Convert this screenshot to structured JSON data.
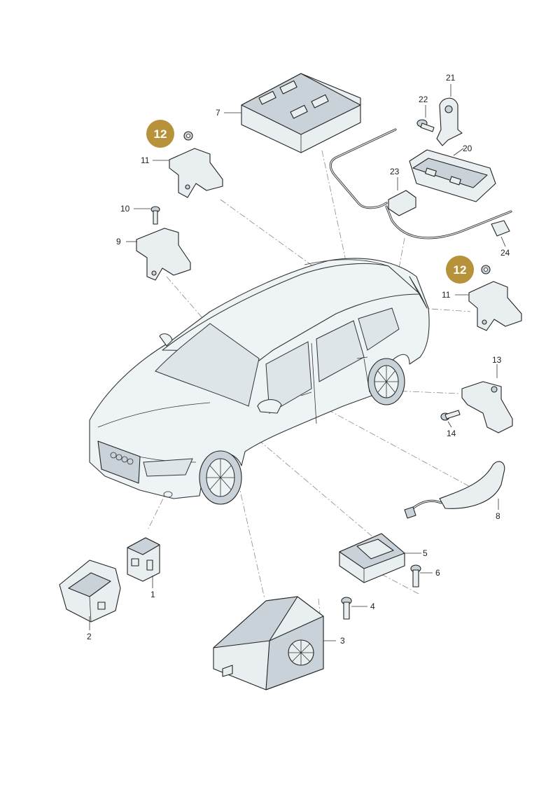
{
  "callouts": [
    {
      "id": "1",
      "text": "1"
    },
    {
      "id": "2",
      "text": "2"
    },
    {
      "id": "3",
      "text": "3"
    },
    {
      "id": "4",
      "text": "4"
    },
    {
      "id": "5",
      "text": "5"
    },
    {
      "id": "6",
      "text": "6"
    },
    {
      "id": "7",
      "text": "7"
    },
    {
      "id": "8",
      "text": "8"
    },
    {
      "id": "9",
      "text": "9"
    },
    {
      "id": "10",
      "text": "10"
    },
    {
      "id": "11a",
      "text": "11"
    },
    {
      "id": "11b",
      "text": "11"
    },
    {
      "id": "13",
      "text": "13"
    },
    {
      "id": "14",
      "text": "14"
    },
    {
      "id": "20",
      "text": "20"
    },
    {
      "id": "21",
      "text": "21"
    },
    {
      "id": "22",
      "text": "22"
    },
    {
      "id": "23",
      "text": "23"
    },
    {
      "id": "24",
      "text": "24"
    }
  ],
  "badges": [
    {
      "id": "12a",
      "text": "12"
    },
    {
      "id": "12b",
      "text": "12"
    }
  ],
  "colors": {
    "badge": "#b8923a",
    "outline": "#222222",
    "part_fill": "#e9eef1",
    "leader_dash": "#888888"
  }
}
